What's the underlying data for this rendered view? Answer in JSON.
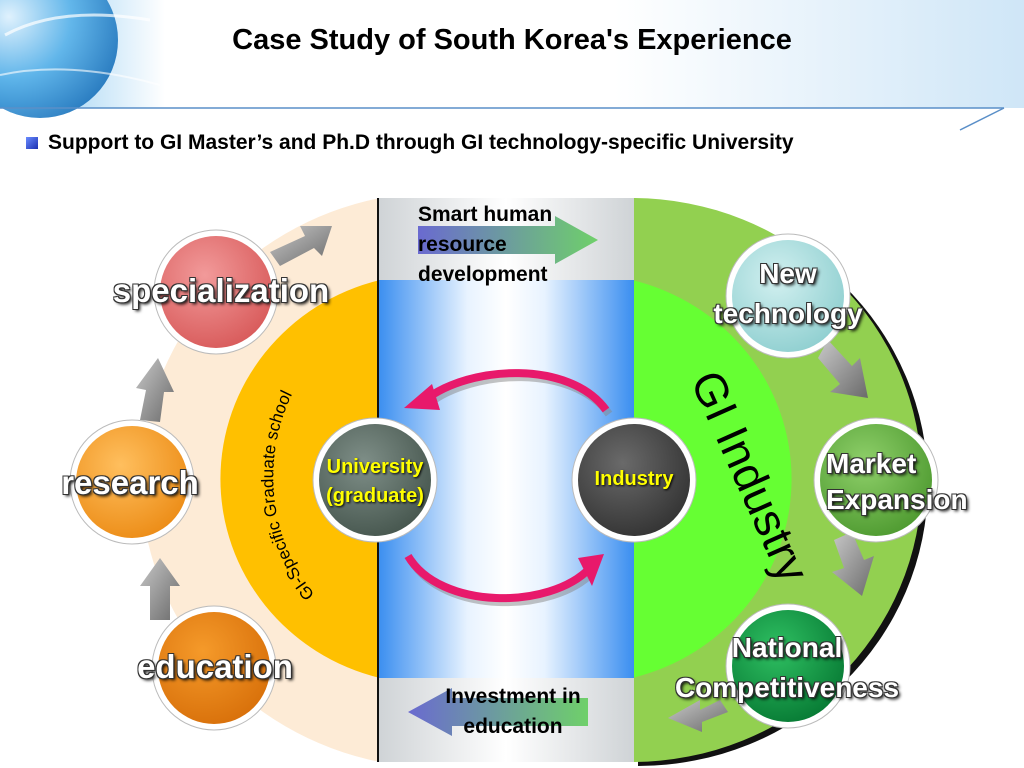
{
  "title": "Case Study of South Korea's Experience",
  "subtitle": "Support to GI Master’s and Ph.D through GI technology-specific University",
  "top_flow": "Smart human resource development",
  "bottom_flow": "Investment in education",
  "university": [
    "University",
    "(graduate)"
  ],
  "industry": "Industry",
  "arc_text": "GI-Specific Graduate school",
  "gi_industry": "GI Industry",
  "left_stages": [
    "specialization",
    "research",
    "education"
  ],
  "right_stages": {
    "new_technology": [
      "New",
      "technology"
    ],
    "market_expansion": [
      "Market",
      "Expansion"
    ],
    "national_competitiveness": [
      "National",
      "Competitiveness"
    ]
  },
  "colors": {
    "left_outer": "#fdebd6",
    "left_inner": "#ffc000",
    "right_outer": "#92d050",
    "right_inner": "#66ff33",
    "specialization": "#e57373",
    "research": "#f5a02e",
    "education": "#e8820c",
    "new_technology": "#a8dede",
    "market_expansion": "#6ab34a",
    "national_competitiveness": "#0e9e46",
    "university": "#5f7068",
    "industry": "#4a4a4a",
    "cycle_arrow": "#e8196b"
  }
}
